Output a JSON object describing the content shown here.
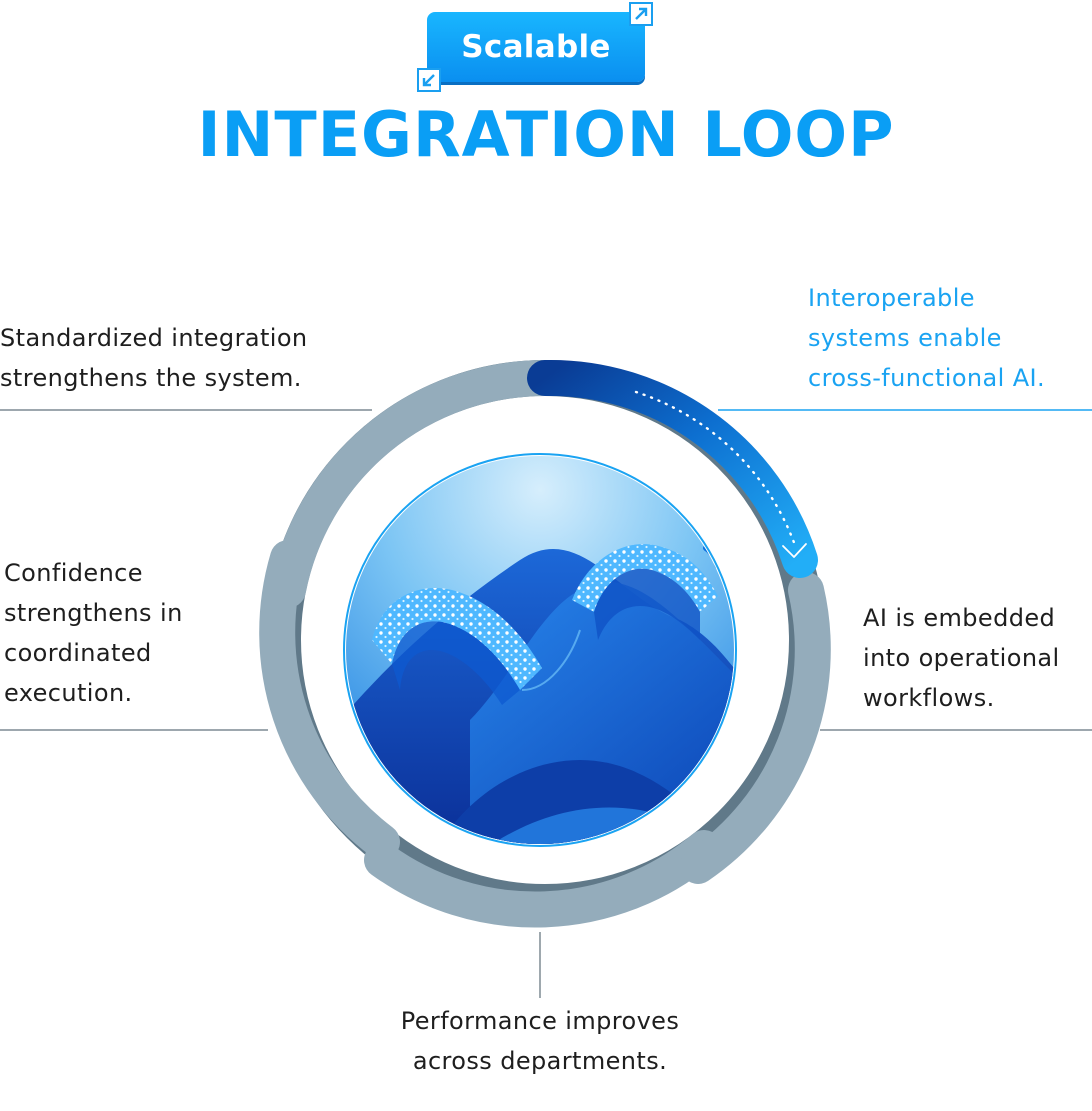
{
  "badge": {
    "text": "Scalable"
  },
  "title": "INTEGRATION LOOP",
  "steps": {
    "top_left": {
      "lines": [
        "Standardized integration",
        "strengthens the system."
      ]
    },
    "top_right": {
      "lines": [
        "Interoperable",
        "systems enable",
        "cross-functional AI."
      ]
    },
    "right": {
      "lines": [
        "AI is embedded",
        "into operational",
        "workflows."
      ]
    },
    "left": {
      "lines": [
        "Confidence",
        "strengthens in",
        "coordinated",
        "execution."
      ]
    },
    "bottom": {
      "lines": [
        "Performance improves",
        "across departments."
      ]
    }
  },
  "colors": {
    "accent": "#0a9ef5",
    "ring": "#94acbb",
    "ring_dark": "#5d7584",
    "active_arc": "#1aa3f2",
    "text": "#1e1e1e"
  },
  "icons": {
    "badge_corner_tr": "expand-arrow-up-right-icon",
    "badge_corner_bl": "expand-arrow-down-left-icon",
    "arrow": "chevron-down-icon"
  }
}
